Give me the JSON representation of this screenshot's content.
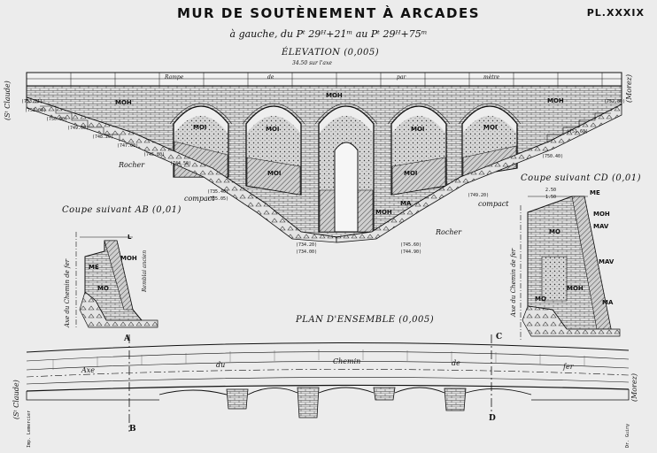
{
  "plate": {
    "title": "MUR DE SOUTÈNEMENT À ARCADES",
    "number": "PL.XXXIX",
    "subtitle": "à gauche, du Pᵗ 29ᴴ+21ᵐ au Pᵗ 29ᴴ+75ᵐ"
  },
  "elevation": {
    "title": "ÉLEVATION (0,005)",
    "length_note": "34.50 sur l'axe",
    "left_side": "(Sᵗ Claude)",
    "right_side": "(Morez)",
    "rail_words": [
      "Rampe",
      "de",
      "par",
      "mètre"
    ],
    "masonry": [
      "MOH",
      "MOH",
      "MOH",
      "MOI",
      "MOI",
      "MOI",
      "MOI",
      "MOI",
      "MOI",
      "MA",
      "MOH"
    ],
    "rock_left": "Rocher",
    "rock_left_2": "compact",
    "rock_right": "Rocher",
    "rock_right_2": "compact",
    "levels_left": [
      "(753.21)",
      "(752.00)",
      "(750.50)",
      "(749.00)",
      "(748.20)",
      "(747.00)",
      "(745.80)",
      "(744.50)"
    ],
    "levels_right": [
      "(752.80)",
      "(751.60)",
      "(750.40)",
      "(749.20)"
    ],
    "levels_bottom": [
      "(735.40)",
      "(735.05)",
      "(734.20)",
      "(734.00)",
      "(745.60)",
      "(744.90)"
    ]
  },
  "section_ab": {
    "title": "Coupe suivant AB (0,01)",
    "axis_label": "Axe du Chemin de fer",
    "labels": [
      "MO",
      "MOH",
      "ME",
      "L"
    ],
    "side_note": "Remblai ancien"
  },
  "section_cd": {
    "title": "Coupe suivant CD (0,01)",
    "axis_label": "Axe du Chemin de fer",
    "labels": [
      "ME",
      "MOH",
      "MAV",
      "MAV",
      "MO",
      "MOH",
      "MO",
      "MA"
    ],
    "dims": [
      "2.50",
      "1.50"
    ]
  },
  "plan": {
    "title": "PLAN D'ENSEMBLE (0,005)",
    "left_side": "(Sᵗ Claude)",
    "right_side": "(Morez)",
    "axis_words": [
      "Axe",
      "du",
      "Chemin",
      "de",
      "fer"
    ],
    "letters": [
      "A",
      "B",
      "C",
      "D"
    ]
  },
  "footer": {
    "left_note": "Imp. Lemercier",
    "right_note": "Dr. Guiny"
  }
}
